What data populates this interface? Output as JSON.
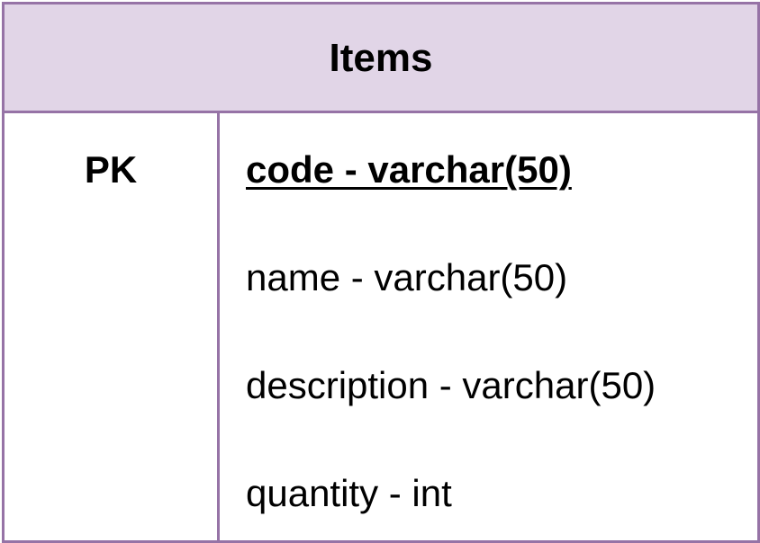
{
  "entity": {
    "title": "Items",
    "colors": {
      "border": "#9673a6",
      "header_fill": "#e1d5e7",
      "body_fill": "#ffffff"
    },
    "rows": [
      {
        "key": "PK",
        "field": "code - varchar(50)",
        "primary": true
      },
      {
        "key": "",
        "field": "name - varchar(50)",
        "primary": false
      },
      {
        "key": "",
        "field": "description - varchar(50)",
        "primary": false
      },
      {
        "key": "",
        "field": "quantity - int",
        "primary": false
      }
    ]
  }
}
